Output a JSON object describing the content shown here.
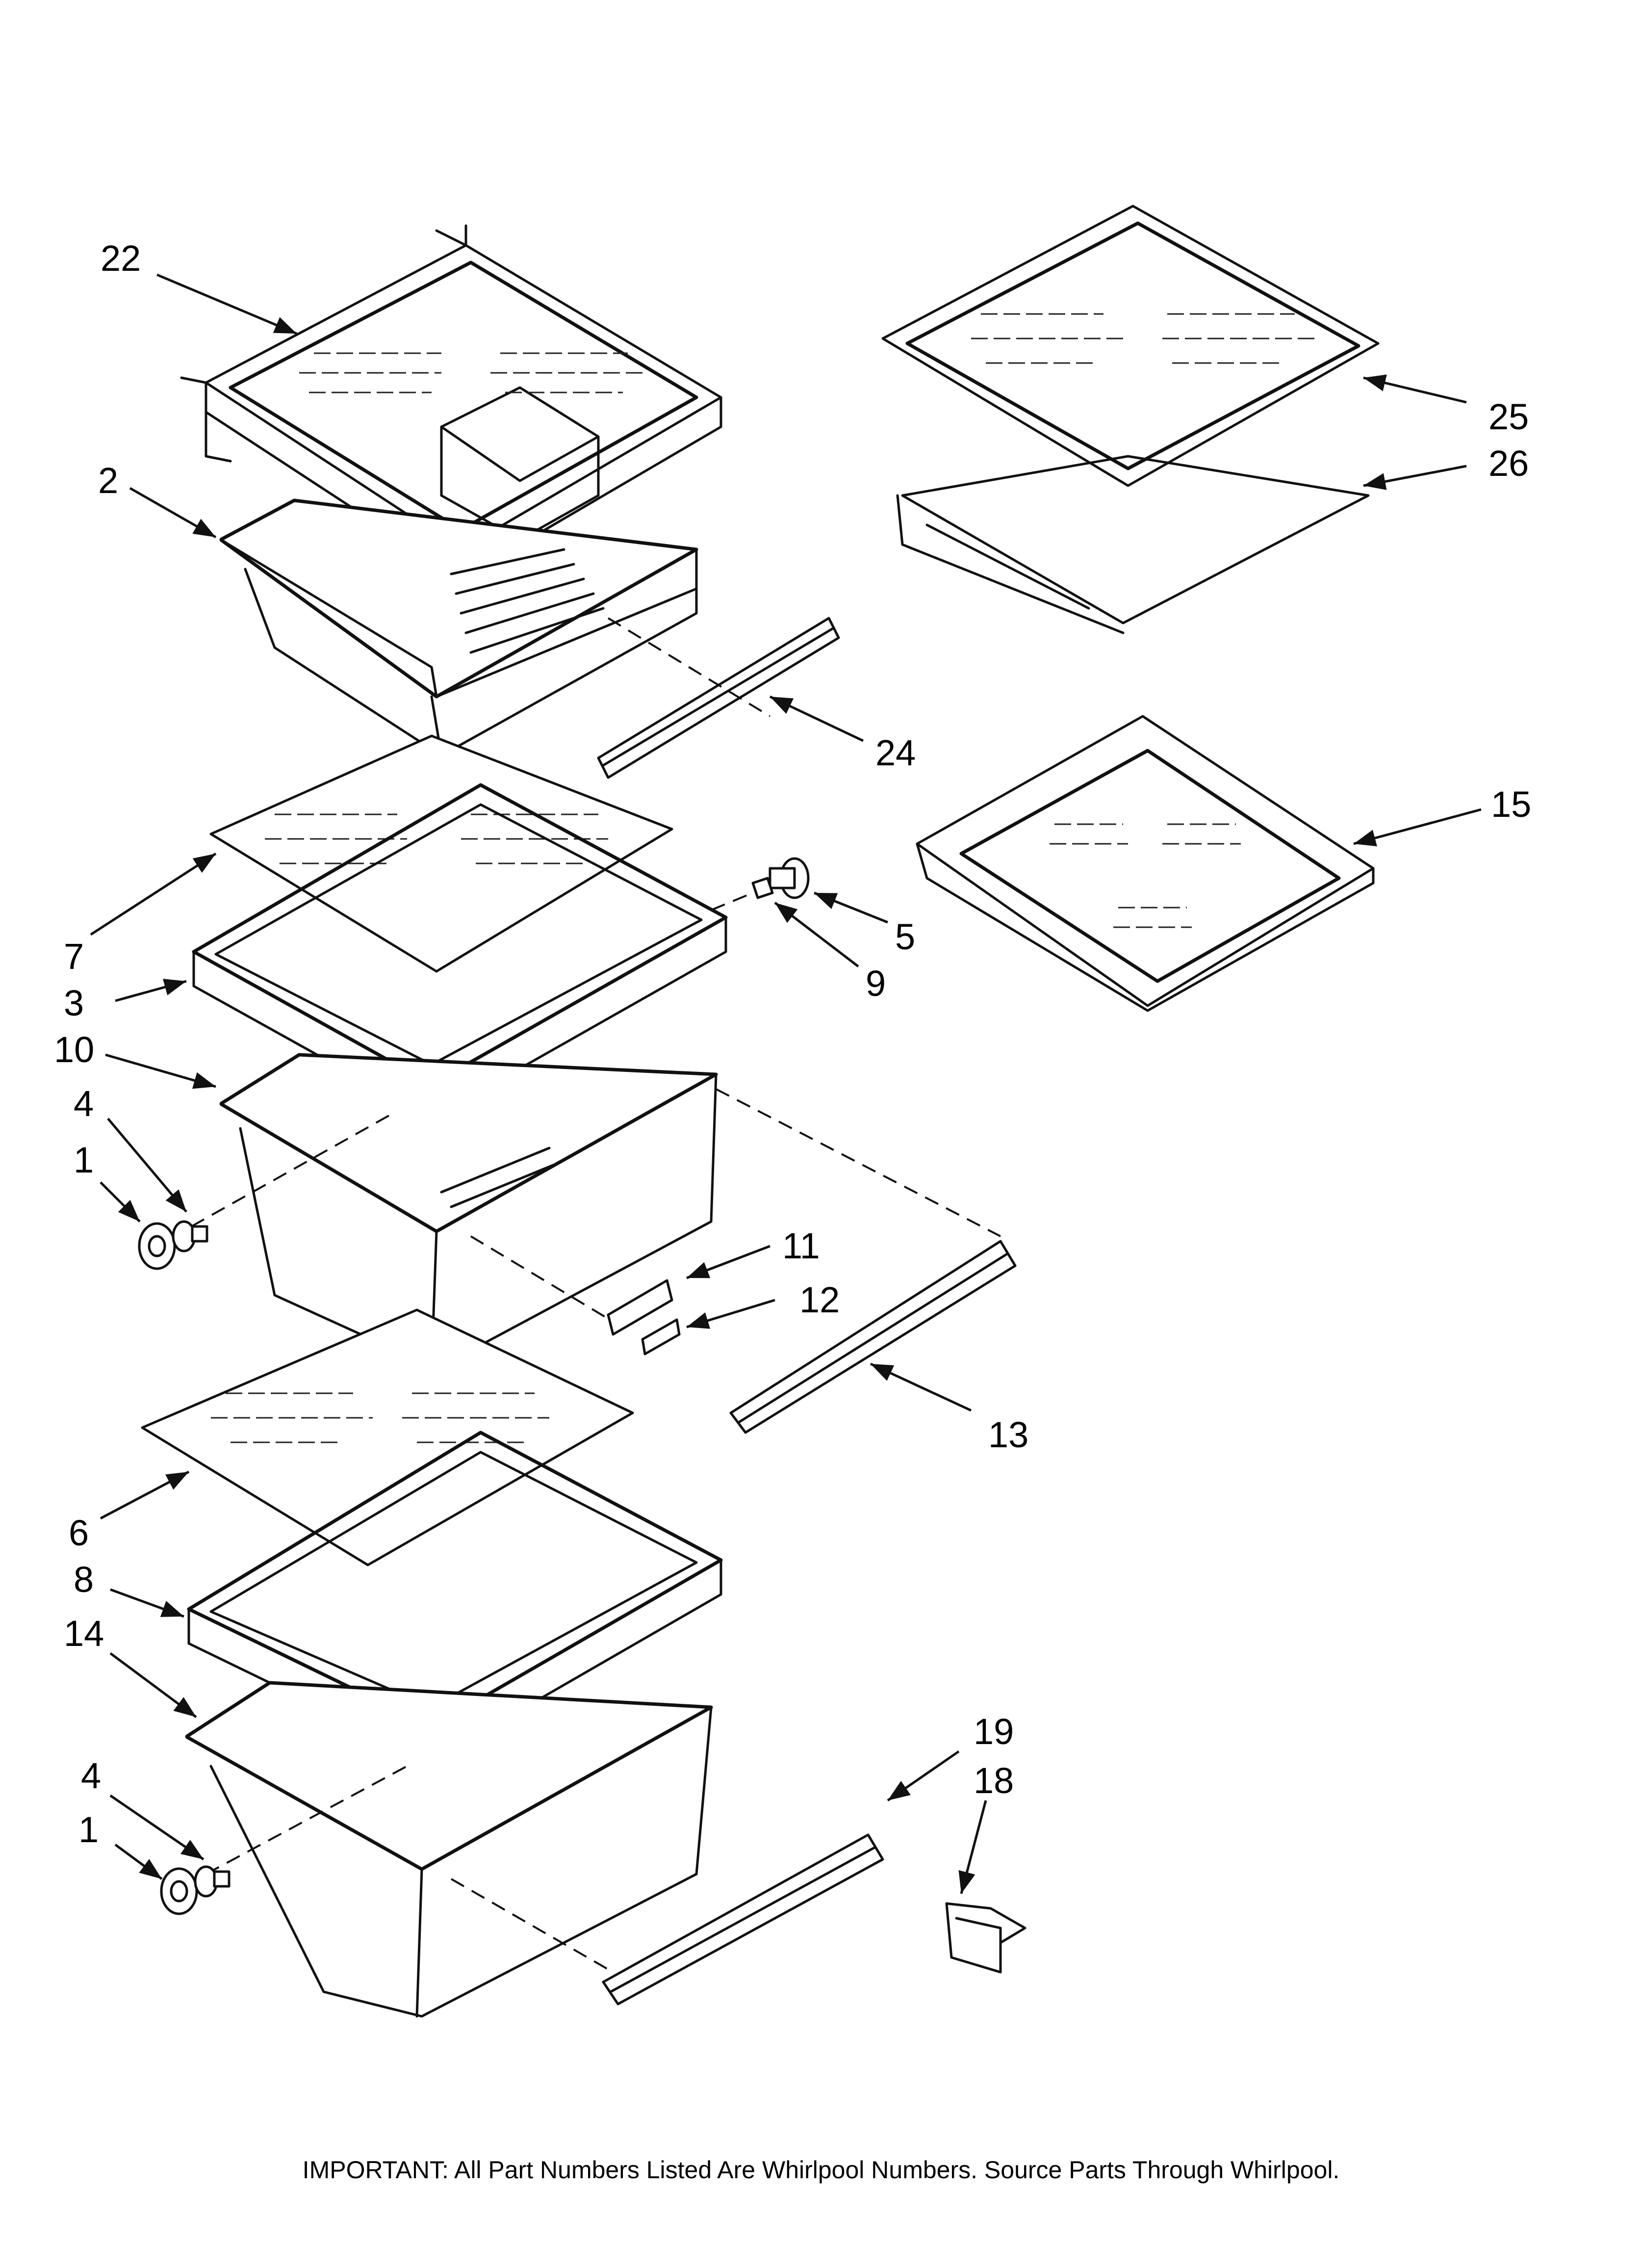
{
  "callouts": {
    "c22": "22",
    "c2": "2",
    "c25": "25",
    "c26": "26",
    "c24": "24",
    "c15": "15",
    "c7": "7",
    "c5": "5",
    "c9": "9",
    "c3": "3",
    "c10": "10",
    "c4a": "4",
    "c1a": "1",
    "c11": "11",
    "c12": "12",
    "c13": "13",
    "c6": "6",
    "c8": "8",
    "c14": "14",
    "c19": "19",
    "c18": "18",
    "c4b": "4",
    "c1b": "1"
  },
  "footer_note": "IMPORTANT: All Part Numbers Listed Are Whirlpool Numbers. Source Parts Through Whirlpool."
}
